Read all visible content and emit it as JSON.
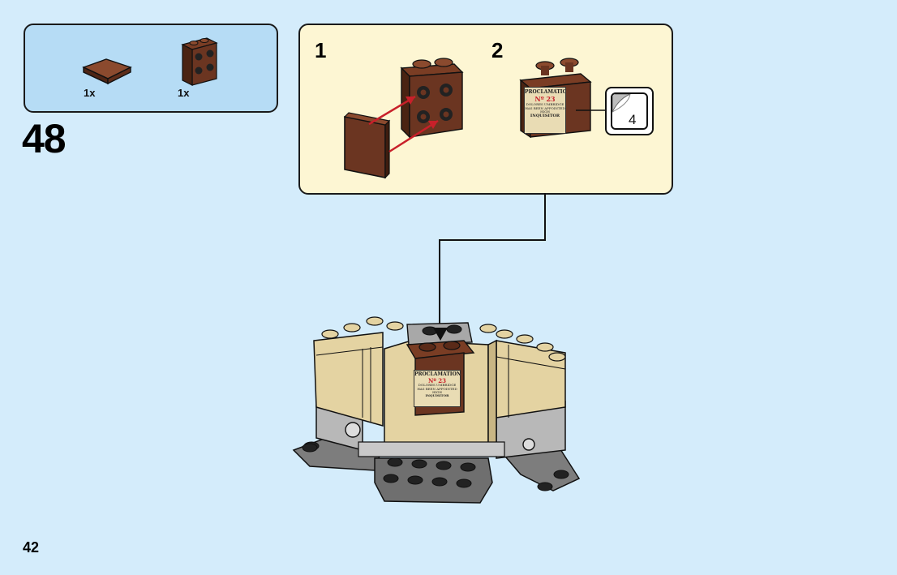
{
  "parts": [
    {
      "qty": "1x",
      "icon": "brown-tile-2x2-icon"
    },
    {
      "qty": "1x",
      "icon": "brown-bracket-2x2-icon"
    }
  ],
  "step": {
    "number": "48"
  },
  "substeps": [
    {
      "label": "1"
    },
    {
      "label": "2",
      "callout_count": "4"
    }
  ],
  "sticker": {
    "line1": "PROCLAMATION",
    "line2": "Nº 23",
    "line3": "DOLORES UMBRIDGE",
    "line4": "HAS BEEN APPOINTED",
    "line5": "HIGH",
    "line6": "INQUISITOR"
  },
  "page": {
    "number": "42"
  },
  "colors": {
    "background": "#d4ecfb",
    "parts_box": "#b6dcf5",
    "substep_box": "#fdf6d3",
    "brown": "#6b3521",
    "tan": "#e4d3a2",
    "gray": "#8a8a8a",
    "arrow_red": "#c8202a"
  }
}
